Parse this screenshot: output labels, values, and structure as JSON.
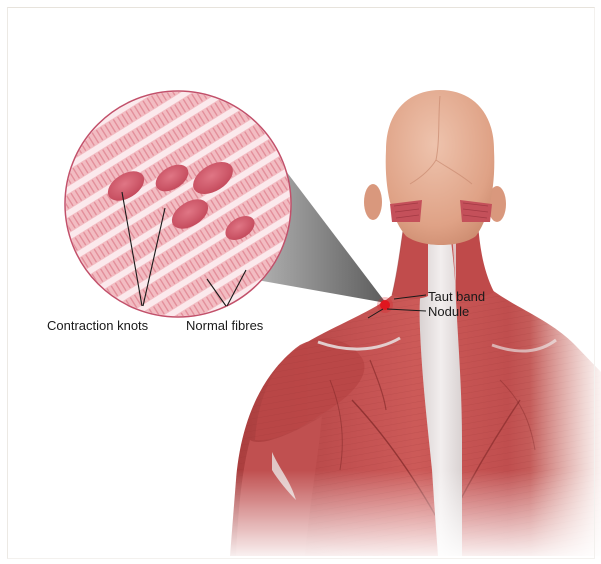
{
  "labels": {
    "contraction_knots": "Contraction knots",
    "normal_fibres": "Normal fibres",
    "taut_band": "Taut band",
    "nodule": "Nodule"
  },
  "colors": {
    "muscle": "#bf4b4b",
    "muscle_dark": "#9e3636",
    "skin": "#e2a78e",
    "tendon": "#e8e4e4",
    "fibre_pink": "#f2bcc2",
    "knot": "#d45d6e",
    "trigger_point": "#e0161f",
    "background": "#ffffff"
  }
}
